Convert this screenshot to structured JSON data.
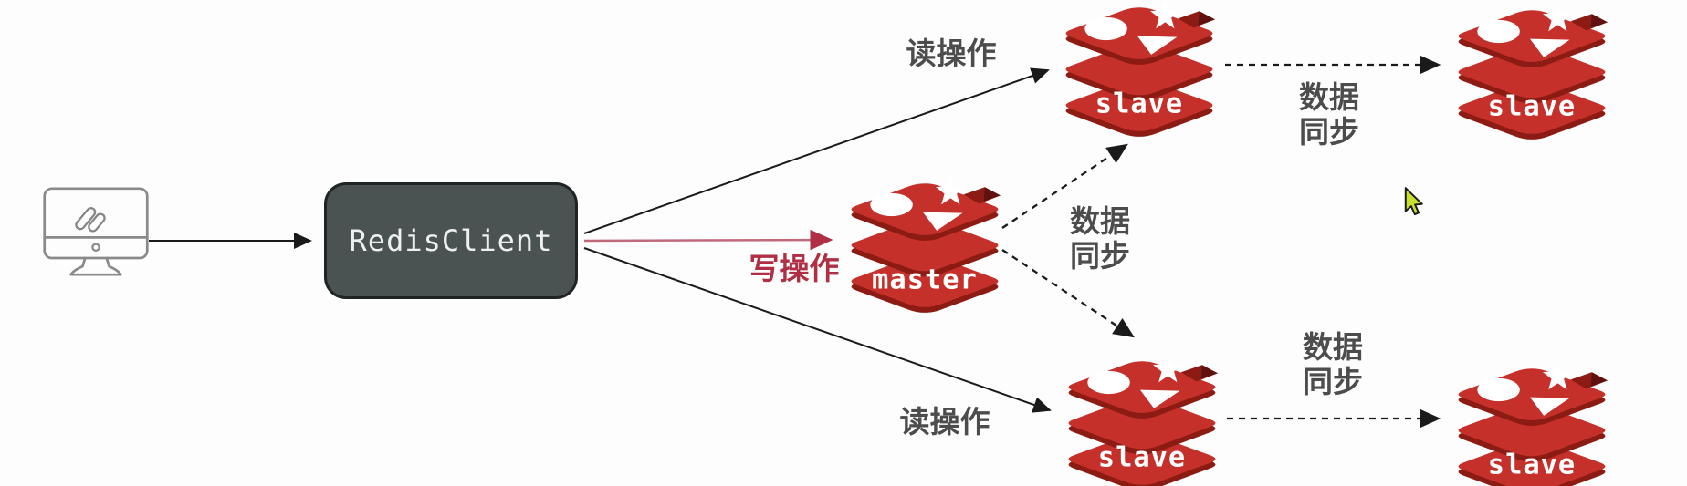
{
  "diagram": {
    "client": {
      "label": "RedisClient"
    },
    "nodes": {
      "master": {
        "label": "master"
      },
      "slave_top": {
        "label": "slave"
      },
      "slave_bottom": {
        "label": "slave"
      },
      "slave_right_top": {
        "label": "slave"
      },
      "slave_right_bottom": {
        "label": "slave"
      }
    },
    "edge_labels": {
      "read_top": "读操作",
      "write": "写操作",
      "read_bottom": "读操作",
      "sync_master": {
        "line1": "数据",
        "line2": "同步"
      },
      "sync_top": {
        "line1": "数据",
        "line2": "同步"
      },
      "sync_bottom": {
        "line1": "数据",
        "line2": "同步"
      }
    },
    "colors": {
      "redis_red": "#c6302b",
      "redis_dark_red": "#8c1c13",
      "client_box_bg": "#4a5252",
      "client_box_border": "#1f2424",
      "write_label": "#b02f44",
      "sync_label": "#4c4c4c",
      "arrow_black": "#1a1a1a",
      "arrow_red_line": "#c0697c",
      "arrow_red_head": "#b02f44",
      "cursor_fill": "#c8e02f"
    }
  }
}
